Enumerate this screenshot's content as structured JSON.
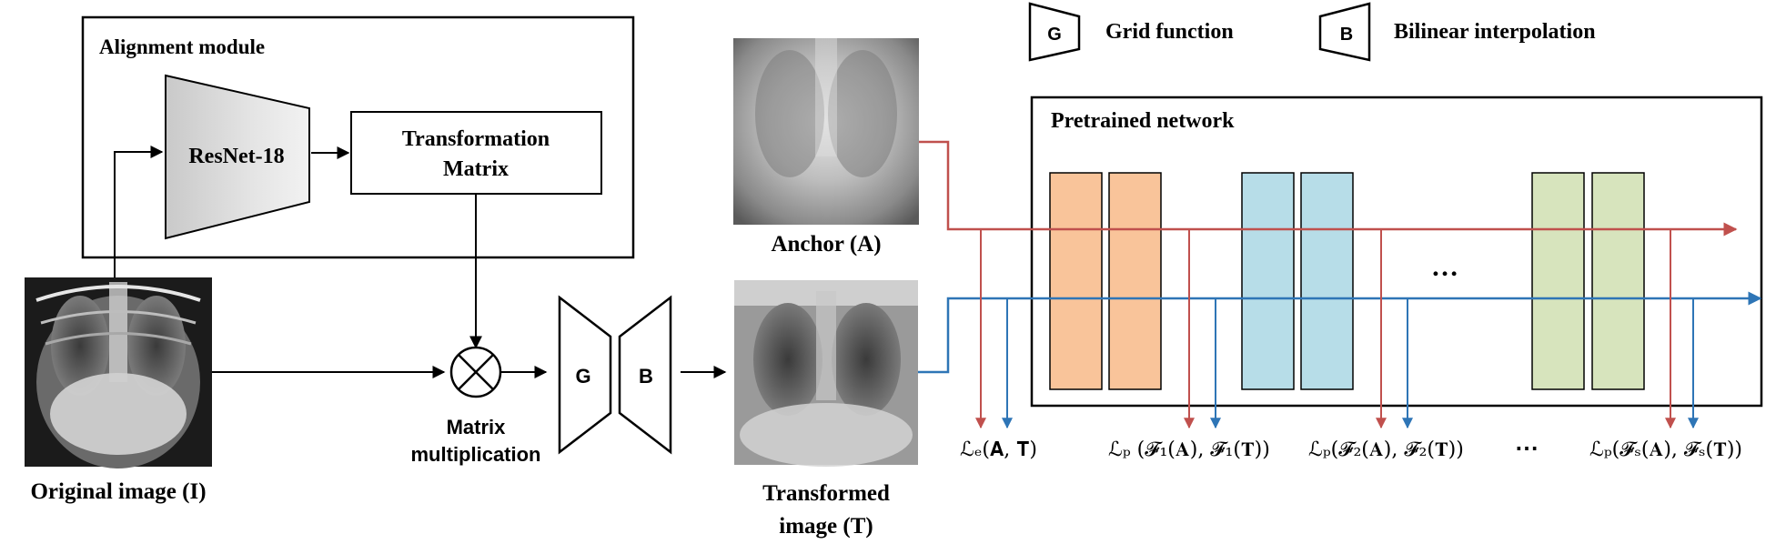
{
  "alignment_module": {
    "title": "Alignment module",
    "resnet_label": "ResNet-18",
    "transform_label_line1": "Transformation",
    "transform_label_line2": "Matrix"
  },
  "original_image_label": "Original image (I)",
  "matrix_mult_line1": "Matrix",
  "matrix_mult_line2": "multiplication",
  "grid_symbol": "G",
  "bilinear_symbol": "B",
  "anchor_label": "Anchor (A)",
  "transformed_label_line1": "Transformed",
  "transformed_label_line2": "image (T)",
  "legend": {
    "grid_symbol": "G",
    "grid_label": "Grid function",
    "bilinear_symbol": "B",
    "bilinear_label": "Bilinear interpolation"
  },
  "pretrained": {
    "title": "Pretrained network",
    "ellipsis": "…"
  },
  "losses": {
    "le": "ℒₑ(𝐀, 𝐓)",
    "lp1": "ℒₚ (𝓕₁(𝐀), 𝓕₁(𝐓))",
    "lp2": "ℒₚ(𝓕₂(𝐀), 𝓕₂(𝐓))",
    "dots": "⋯",
    "lps": "ℒₚ(𝓕ₛ(𝐀), 𝓕ₛ(𝐓))"
  },
  "colors": {
    "anchor_line": "#c0504d",
    "transformed_line": "#2e75b6",
    "block_orange": "#f9c49a",
    "block_blue": "#b7dde8",
    "block_green": "#d7e4bd"
  }
}
